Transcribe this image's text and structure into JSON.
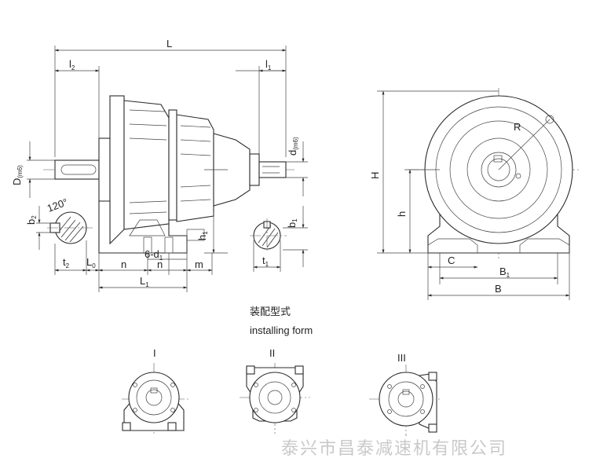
{
  "side_view": {
    "dims": {
      "L": "L",
      "l2": "l",
      "l2_sub": "2",
      "l1": "l",
      "l1_sub": "1",
      "D": "D",
      "D_sub": "(m6)",
      "d": "d",
      "d_sub": "(m6)",
      "b2": "b",
      "b2_sub": "2",
      "angle": "120°",
      "t2": "t",
      "t2_sub": "2",
      "L0": "L",
      "L0_sub": "0",
      "n_left": "n",
      "holes": "6-d",
      "holes_sub": "1",
      "n_right": "n",
      "m": "m",
      "L1": "L",
      "L1_sub": "1",
      "h1": "h",
      "h1_sub": "1",
      "b1": "b",
      "b1_sub": "1",
      "t1": "t",
      "t1_sub": "1"
    }
  },
  "front_view": {
    "dims": {
      "H": "H",
      "h": "h",
      "R": "R",
      "C": "C",
      "B1": "B",
      "B1_sub": "1",
      "B": "B"
    }
  },
  "installing": {
    "title_cn": "装配型式",
    "title_en": "installing form",
    "forms": [
      "I",
      "II",
      "III"
    ]
  },
  "watermark": "泰兴市昌泰减速机有限公司"
}
